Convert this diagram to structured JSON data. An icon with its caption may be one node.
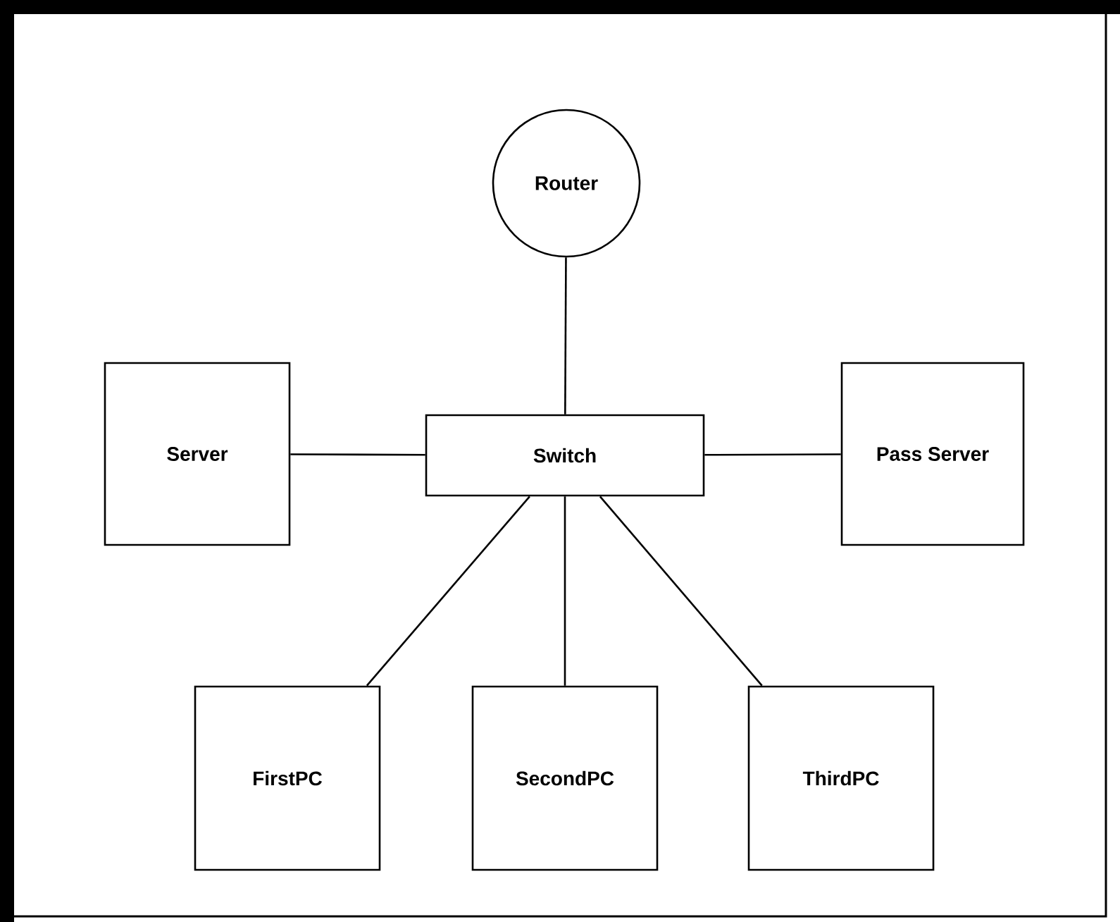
{
  "diagram": {
    "nodes": [
      {
        "text": [
          "Router"
        ]
      },
      {
        "text": [
          "Server"
        ]
      },
      {
        "text": [
          "Switch"
        ]
      },
      {
        "text": [
          "Pass Server"
        ]
      },
      {
        "text": [
          "FirstPC"
        ]
      },
      {
        "text": [
          "SecondPC"
        ]
      },
      {
        "text": [
          "ThirdPC"
        ]
      }
    ],
    "edges": [
      {
        "from": 0,
        "to": 2,
        "arrow": "none"
      },
      {
        "from": 1,
        "to": 2,
        "arrow": "none"
      },
      {
        "from": 2,
        "to": 3,
        "arrow": "none"
      },
      {
        "from": 2,
        "to": 4,
        "arrow": "none"
      },
      {
        "from": 2,
        "to": 5,
        "arrow": "none"
      },
      {
        "from": 2,
        "to": 6,
        "arrow": "none"
      }
    ]
  }
}
